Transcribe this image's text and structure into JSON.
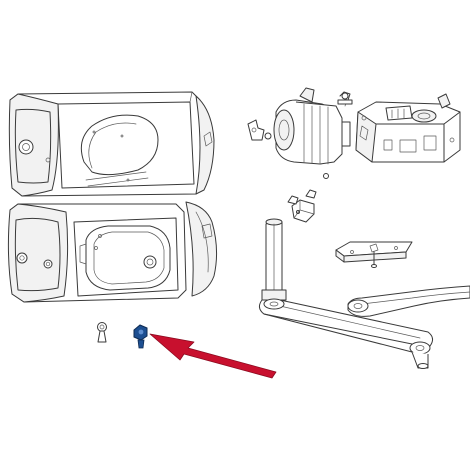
{
  "diagram": {
    "type": "exploded-parts-view",
    "highlight_color": "#1d4f91",
    "arrow_color": "#c8102e",
    "line_color": "#3a3a3a",
    "background": "#ffffff",
    "parts": [
      {
        "id": "cover-upper",
        "name": "upper-housing-cover"
      },
      {
        "id": "cover-lower",
        "name": "lower-housing-base"
      },
      {
        "id": "side-cap-upper",
        "name": "upper-side-cap"
      },
      {
        "id": "side-cap-lower",
        "name": "lower-side-cap"
      },
      {
        "id": "motor",
        "name": "motor-unit"
      },
      {
        "id": "gearbox",
        "name": "gearbox-unit"
      },
      {
        "id": "release-lever",
        "name": "release-lever"
      },
      {
        "id": "bracket-small",
        "name": "small-bracket"
      },
      {
        "id": "mount-plate",
        "name": "mounting-plate"
      },
      {
        "id": "shaft",
        "name": "output-shaft"
      },
      {
        "id": "arm-straight",
        "name": "straight-arm"
      },
      {
        "id": "arm-curved",
        "name": "curved-arm"
      },
      {
        "id": "lock-key",
        "name": "lock-key"
      },
      {
        "id": "screw-highlighted",
        "name": "highlighted-screw"
      }
    ]
  }
}
